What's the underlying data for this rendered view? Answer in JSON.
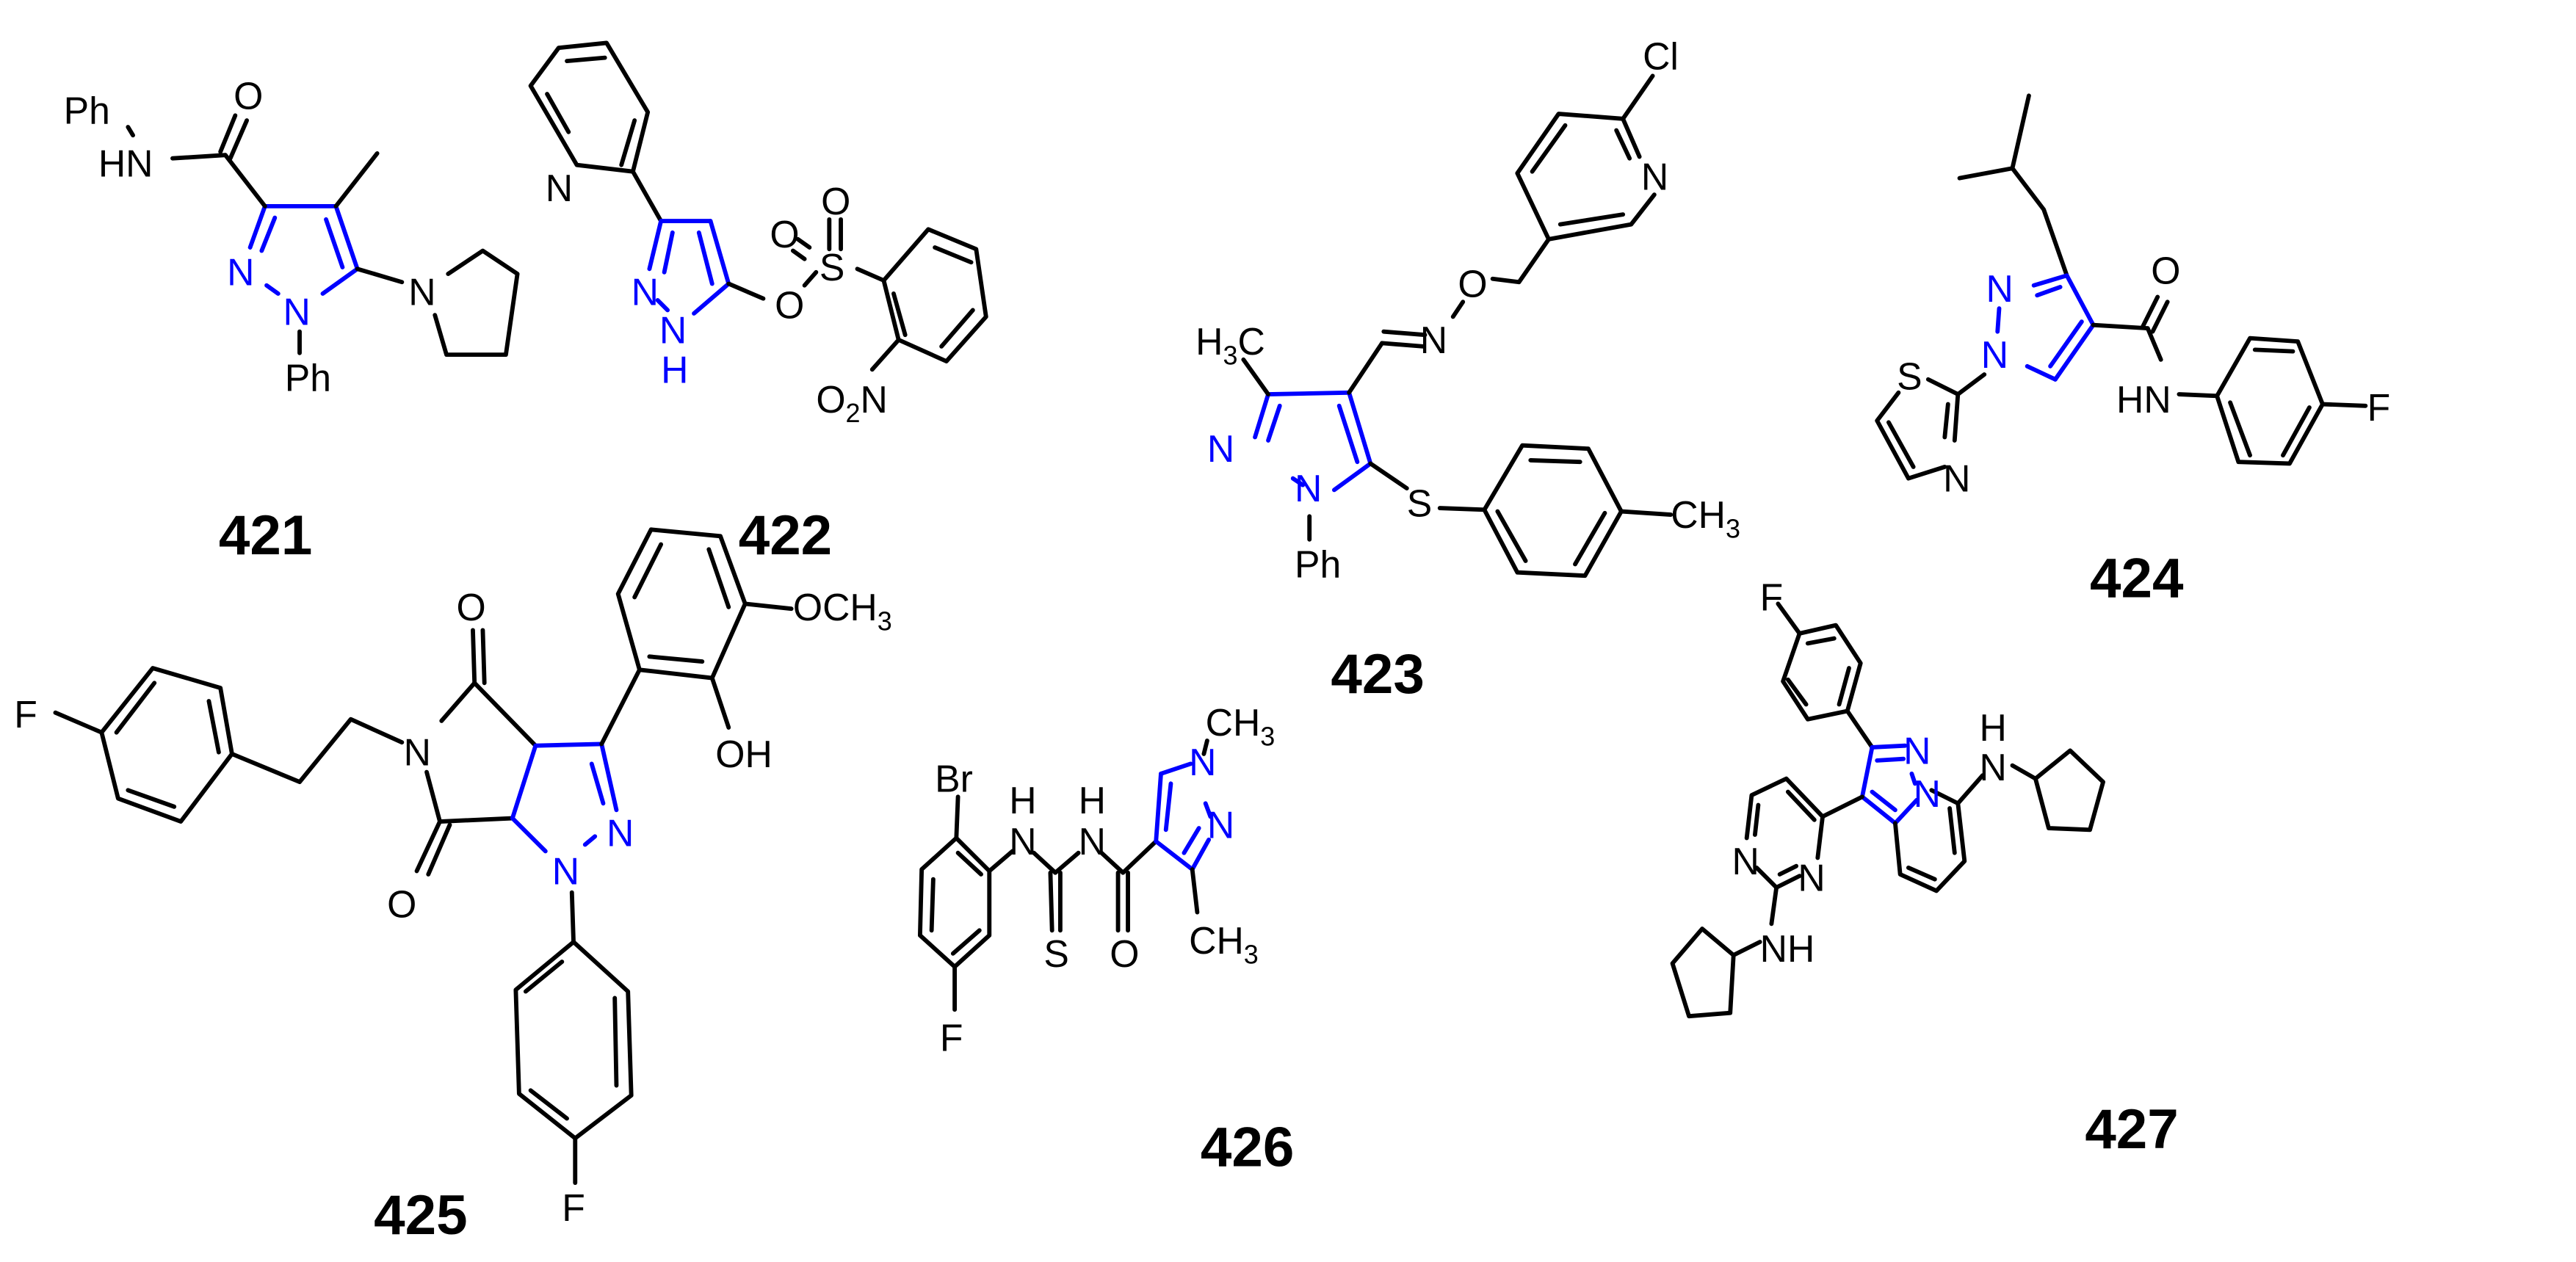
{
  "figure": {
    "colors": {
      "scaffold": "#0000ff",
      "bonds": "#000000",
      "background": "#ffffff"
    },
    "compounds": [
      {
        "id": "421",
        "label": "421",
        "atoms": {
          "ph_top": "Ph",
          "hn": "HN",
          "o": "O",
          "n2": "N",
          "n1": "N",
          "ph_bottom": "Ph",
          "n_pyrrolidine": "N"
        }
      },
      {
        "id": "422",
        "label": "422",
        "atoms": {
          "n_pyridine": "N",
          "n2": "N",
          "n1": "N",
          "h": "H",
          "o_ester": "O",
          "s": "S",
          "o_s1": "O",
          "o_s2": "O",
          "o2n": "O",
          "o2n_sub": "2",
          "o2n_n": "N"
        }
      },
      {
        "id": "423",
        "label": "423",
        "atoms": {
          "h3c_h": "H",
          "h3c_sub": "3",
          "h3c_c": "C",
          "n_oxime": "N",
          "o": "O",
          "cl": "Cl",
          "n_pyridine": "N",
          "n2": "N",
          "n1": "N",
          "ph": "Ph",
          "s": "S",
          "ch3_c": "CH",
          "ch3_sub": "3"
        }
      },
      {
        "id": "424",
        "label": "424",
        "atoms": {
          "n2": "N",
          "n1": "N",
          "s": "S",
          "n_thiazole": "N",
          "o": "O",
          "hn": "HN",
          "f": "F"
        }
      },
      {
        "id": "425",
        "label": "425",
        "atoms": {
          "f_left": "F",
          "n_imide": "N",
          "o_top": "O",
          "o_bottom": "O",
          "n2": "N",
          "n1": "N",
          "och3": "OCH",
          "och3_sub": "3",
          "oh": "OH",
          "f_bottom": "F"
        }
      },
      {
        "id": "426",
        "label": "426",
        "atoms": {
          "br": "Br",
          "f": "F",
          "h1": "H",
          "n1": "N",
          "h2": "H",
          "n2": "N",
          "s": "S",
          "o": "O",
          "n_pz1": "N",
          "n_pz2": "N",
          "ch3_top": "CH",
          "ch3_top_sub": "3",
          "ch3_bottom": "CH",
          "ch3_bottom_sub": "3"
        }
      },
      {
        "id": "427",
        "label": "427",
        "atoms": {
          "f": "F",
          "n_pz2": "N",
          "n_pz1": "N",
          "h": "H",
          "n_amine": "N",
          "n_pym1": "N",
          "n_pym3": "N",
          "nh": "NH"
        }
      }
    ]
  }
}
